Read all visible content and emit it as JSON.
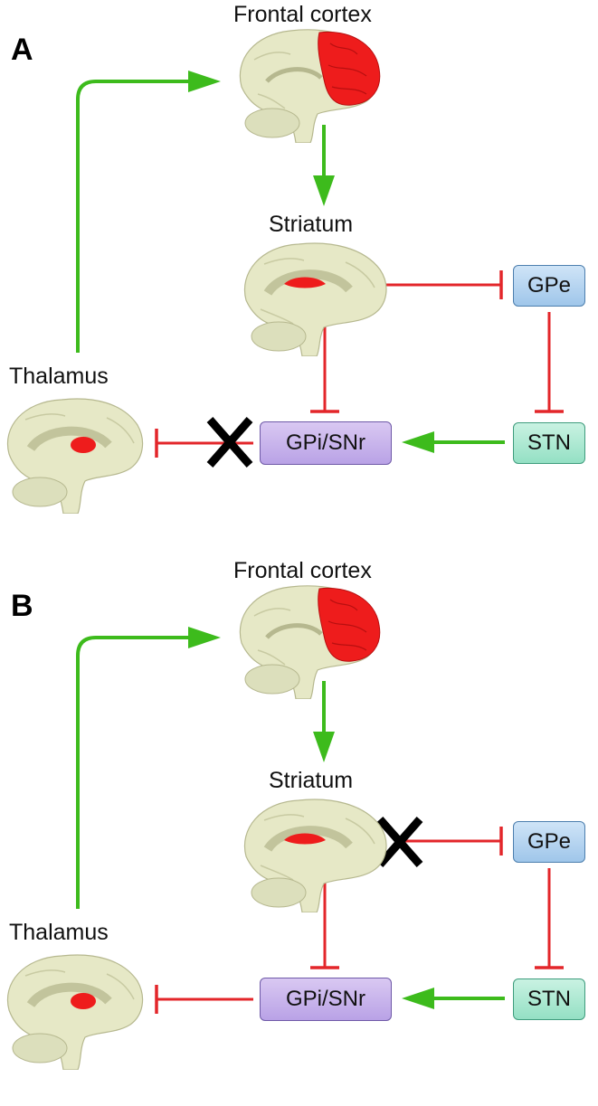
{
  "panels": [
    {
      "letter": "A",
      "frontal_label": "Frontal cortex",
      "striatum_label": "Striatum",
      "thalamus_label": "Thalamus",
      "gpi_label": "GPi/SNr",
      "gpe_label": "GPe",
      "stn_label": "STN",
      "blocked_pathway": "Thalamus ← GPi/SNr"
    },
    {
      "letter": "B",
      "frontal_label": "Frontal cortex",
      "striatum_label": "Striatum",
      "thalamus_label": "Thalamus",
      "gpi_label": "GPi/SNr",
      "gpe_label": "GPe",
      "stn_label": "STN",
      "blocked_pathway": "Striatum → GPe"
    }
  ],
  "colors": {
    "excitatory": "#3dbb1c",
    "inhibitory": "#e3262a",
    "highlight": "#ee1c1c",
    "brain_tissue": "#e6e8c6",
    "block_mark": "#000000"
  }
}
